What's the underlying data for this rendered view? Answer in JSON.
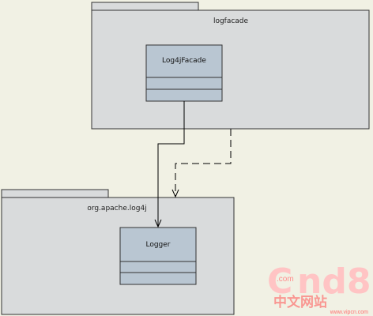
{
  "packages": [
    {
      "id": "logfacade",
      "name": "logfacade"
    },
    {
      "id": "log4j",
      "name": "org.apache.log4j"
    }
  ],
  "classes": [
    {
      "id": "facade",
      "name": "Log4jFacade"
    },
    {
      "id": "logger",
      "name": "Logger"
    }
  ],
  "watermark": {
    "prefix": "C",
    "dotcom": ".com",
    "suffix": "nd8",
    "tagline": "中文网站",
    "url": "www.vipcn.com"
  },
  "colors": {
    "background": "#f1f1e4",
    "package_fill": "#d9dbdc",
    "class_fill": "#b9c6d2",
    "line": "#000000",
    "watermark": "#ffc4c4",
    "watermark_tagline": "#ff5c5c"
  }
}
